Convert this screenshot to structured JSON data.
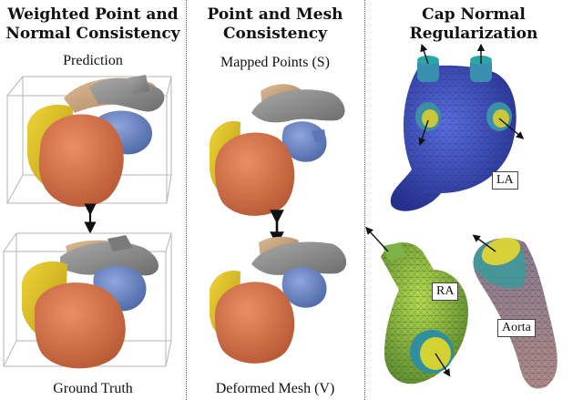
{
  "panels": [
    {
      "title_lines": [
        "Weighted Point and",
        "Normal Consistency"
      ],
      "top_caption": "Prediction",
      "bottom_caption": "Ground Truth"
    },
    {
      "title_lines": [
        "Point and Mesh",
        "Consistency"
      ],
      "top_caption": "Mapped Points (S)",
      "bottom_caption": "Deformed Mesh (V)"
    },
    {
      "title_lines": [
        "Cap Normal",
        "Regularization"
      ],
      "labels": {
        "la": "LA",
        "ra": "RA",
        "aorta": "Aorta"
      }
    }
  ],
  "colors": {
    "ventricle": "#d9714a",
    "atrium_left": "#e0c22a",
    "atrium_blue": "#6f8bc8",
    "vessel_gray": "#8a8a8a",
    "artery_tan": "#c9a27a",
    "mesh_blue": "#3b4fc9",
    "mesh_green": "#9acd32",
    "mesh_yellow": "#d9d92a"
  }
}
